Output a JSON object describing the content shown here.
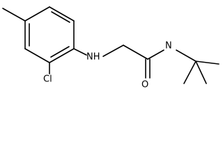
{
  "molecule": {
    "atom_labels": {
      "nh": "NH",
      "n": "N",
      "cl": "Cl",
      "o": "O"
    }
  }
}
